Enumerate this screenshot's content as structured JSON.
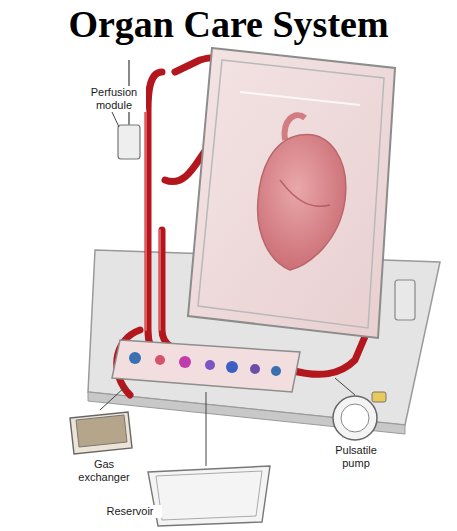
{
  "diagram": {
    "title": "Organ Care System",
    "labels": [
      "Perfusion module",
      "Gas exchanger",
      "Pulsatile pump",
      "Reservoir"
    ]
  }
}
